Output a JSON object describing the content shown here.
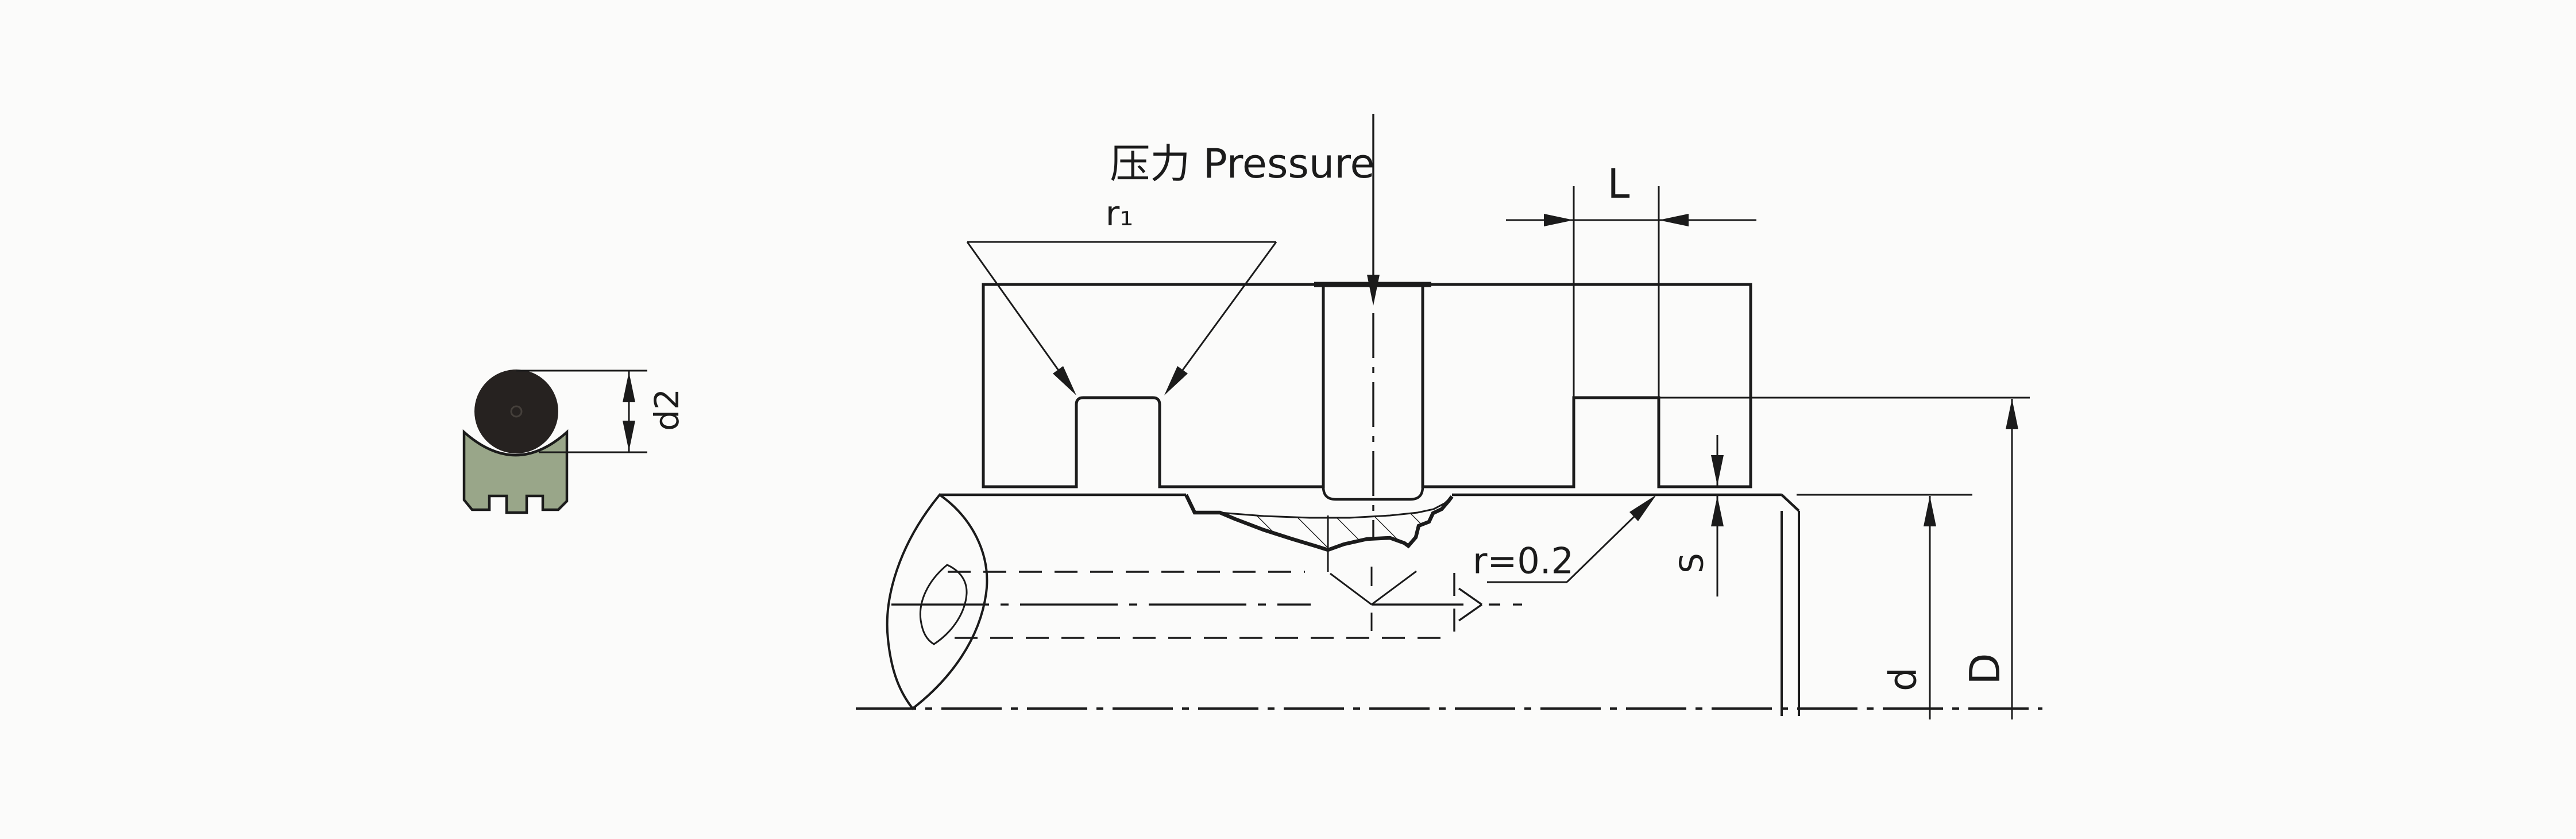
{
  "figure": {
    "pressure_label": "压力 Pressure",
    "corner_radius_label": "r₁",
    "groove_width_label": "L",
    "rod_corner_radius_label": "r=0.2",
    "clearance_label": "S",
    "rod_diameter_label": "d",
    "groove_diameter_label": "D",
    "seal_section_label": "d2"
  },
  "colors": {
    "seal_body": "#99A689",
    "o_ring": "#262220",
    "line": "#1B1B1B",
    "background": "#FBFBFA"
  }
}
